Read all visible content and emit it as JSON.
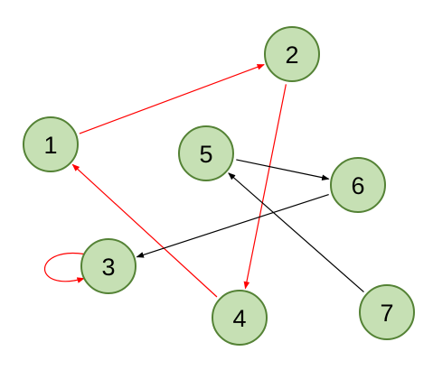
{
  "graph": {
    "nodes": [
      {
        "id": "1",
        "label": "1"
      },
      {
        "id": "2",
        "label": "2"
      },
      {
        "id": "3",
        "label": "3"
      },
      {
        "id": "4",
        "label": "4"
      },
      {
        "id": "5",
        "label": "5"
      },
      {
        "id": "6",
        "label": "6"
      },
      {
        "id": "7",
        "label": "7"
      }
    ],
    "edges": [
      {
        "from": "1",
        "to": "2",
        "color": "#ff0000"
      },
      {
        "from": "2",
        "to": "4",
        "color": "#ff0000"
      },
      {
        "from": "4",
        "to": "1",
        "color": "#ff0000"
      },
      {
        "from": "3",
        "to": "3",
        "color": "#ff0000"
      },
      {
        "from": "5",
        "to": "6",
        "color": "#000000"
      },
      {
        "from": "6",
        "to": "3",
        "color": "#000000"
      },
      {
        "from": "7",
        "to": "5",
        "color": "#000000"
      }
    ],
    "colors": {
      "node_fill": "#c6e0b4",
      "node_stroke": "#548235",
      "red_edge": "#ff0000",
      "black_edge": "#000000"
    }
  }
}
